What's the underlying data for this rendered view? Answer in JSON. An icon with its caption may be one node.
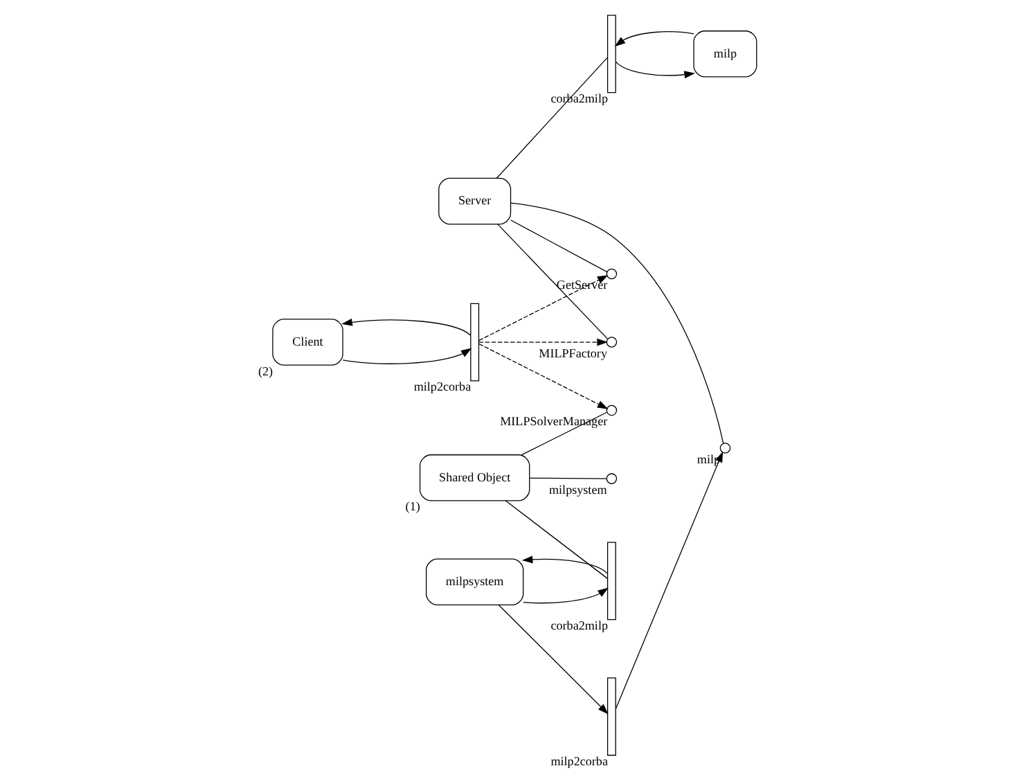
{
  "diagram": {
    "nodes": [
      {
        "text": [
          "Client"
        ],
        "beside": [
          "(2)"
        ]
      },
      {
        "text": [],
        "shape": "bar",
        "beside": [
          "milp2corba"
        ]
      },
      {
        "text": [
          "Server"
        ]
      },
      {
        "text": [],
        "shape": "circle",
        "beside": [
          "milp"
        ]
      },
      {
        "text": [],
        "shape": "circle",
        "beside": [
          "GetServer"
        ]
      },
      {
        "text": [],
        "shape": "circle",
        "beside": [
          "MILPFactory"
        ]
      },
      {
        "text": [],
        "shape": "bar",
        "beside": [
          "corba2milp"
        ]
      },
      {
        "text": [
          "milp"
        ]
      },
      {
        "text": [
          "Shared Object"
        ],
        "beside": [
          "(1)"
        ]
      },
      {
        "text": [],
        "shape": "circle",
        "beside": [
          "MILPSolverManager"
        ]
      },
      {
        "text": [],
        "shape": "circle",
        "beside": [
          "milpsystem"
        ]
      },
      {
        "text": [],
        "shape": "bar",
        "beside": [
          "corba2milp"
        ]
      },
      {
        "text": [
          "milpsystem"
        ]
      },
      {
        "text": [],
        "shape": "bar",
        "beside": [
          "milp2corba"
        ]
      }
    ],
    "edges": [
      {
        "from": 0,
        "to": 1,
        "arrow": "to"
      },
      {
        "from": 1,
        "to": 0,
        "arrow": "to"
      },
      {
        "from": 1,
        "to": 4,
        "arrow": "to",
        "style": "dashed"
      },
      {
        "from": 1,
        "to": 5,
        "arrow": "to",
        "style": "dashed"
      },
      {
        "from": 1,
        "to": 9,
        "arrow": "to",
        "style": "dashed"
      },
      {
        "from": 2,
        "to": 3,
        "arrow": "none"
      },
      {
        "from": 2,
        "to": 4,
        "arrow": "none"
      },
      {
        "from": 2,
        "to": 5,
        "arrow": "none"
      },
      {
        "from": 2,
        "to": 6,
        "arrow": "none"
      },
      {
        "from": 6,
        "to": 7,
        "arrow": "to"
      },
      {
        "from": 7,
        "to": 6,
        "arrow": "to"
      },
      {
        "from": 8,
        "to": 9,
        "arrow": "none"
      },
      {
        "from": 8,
        "to": 10,
        "arrow": "none"
      },
      {
        "from": 8,
        "to": 11,
        "arrow": "none"
      },
      {
        "from": 11,
        "to": 12,
        "arrow": "to"
      },
      {
        "from": 12,
        "to": 11,
        "arrow": "to"
      },
      {
        "from": 12,
        "to": 13,
        "arrow": "to"
      },
      {
        "from": 13,
        "to": 3,
        "arrow": "to"
      }
    ]
  }
}
